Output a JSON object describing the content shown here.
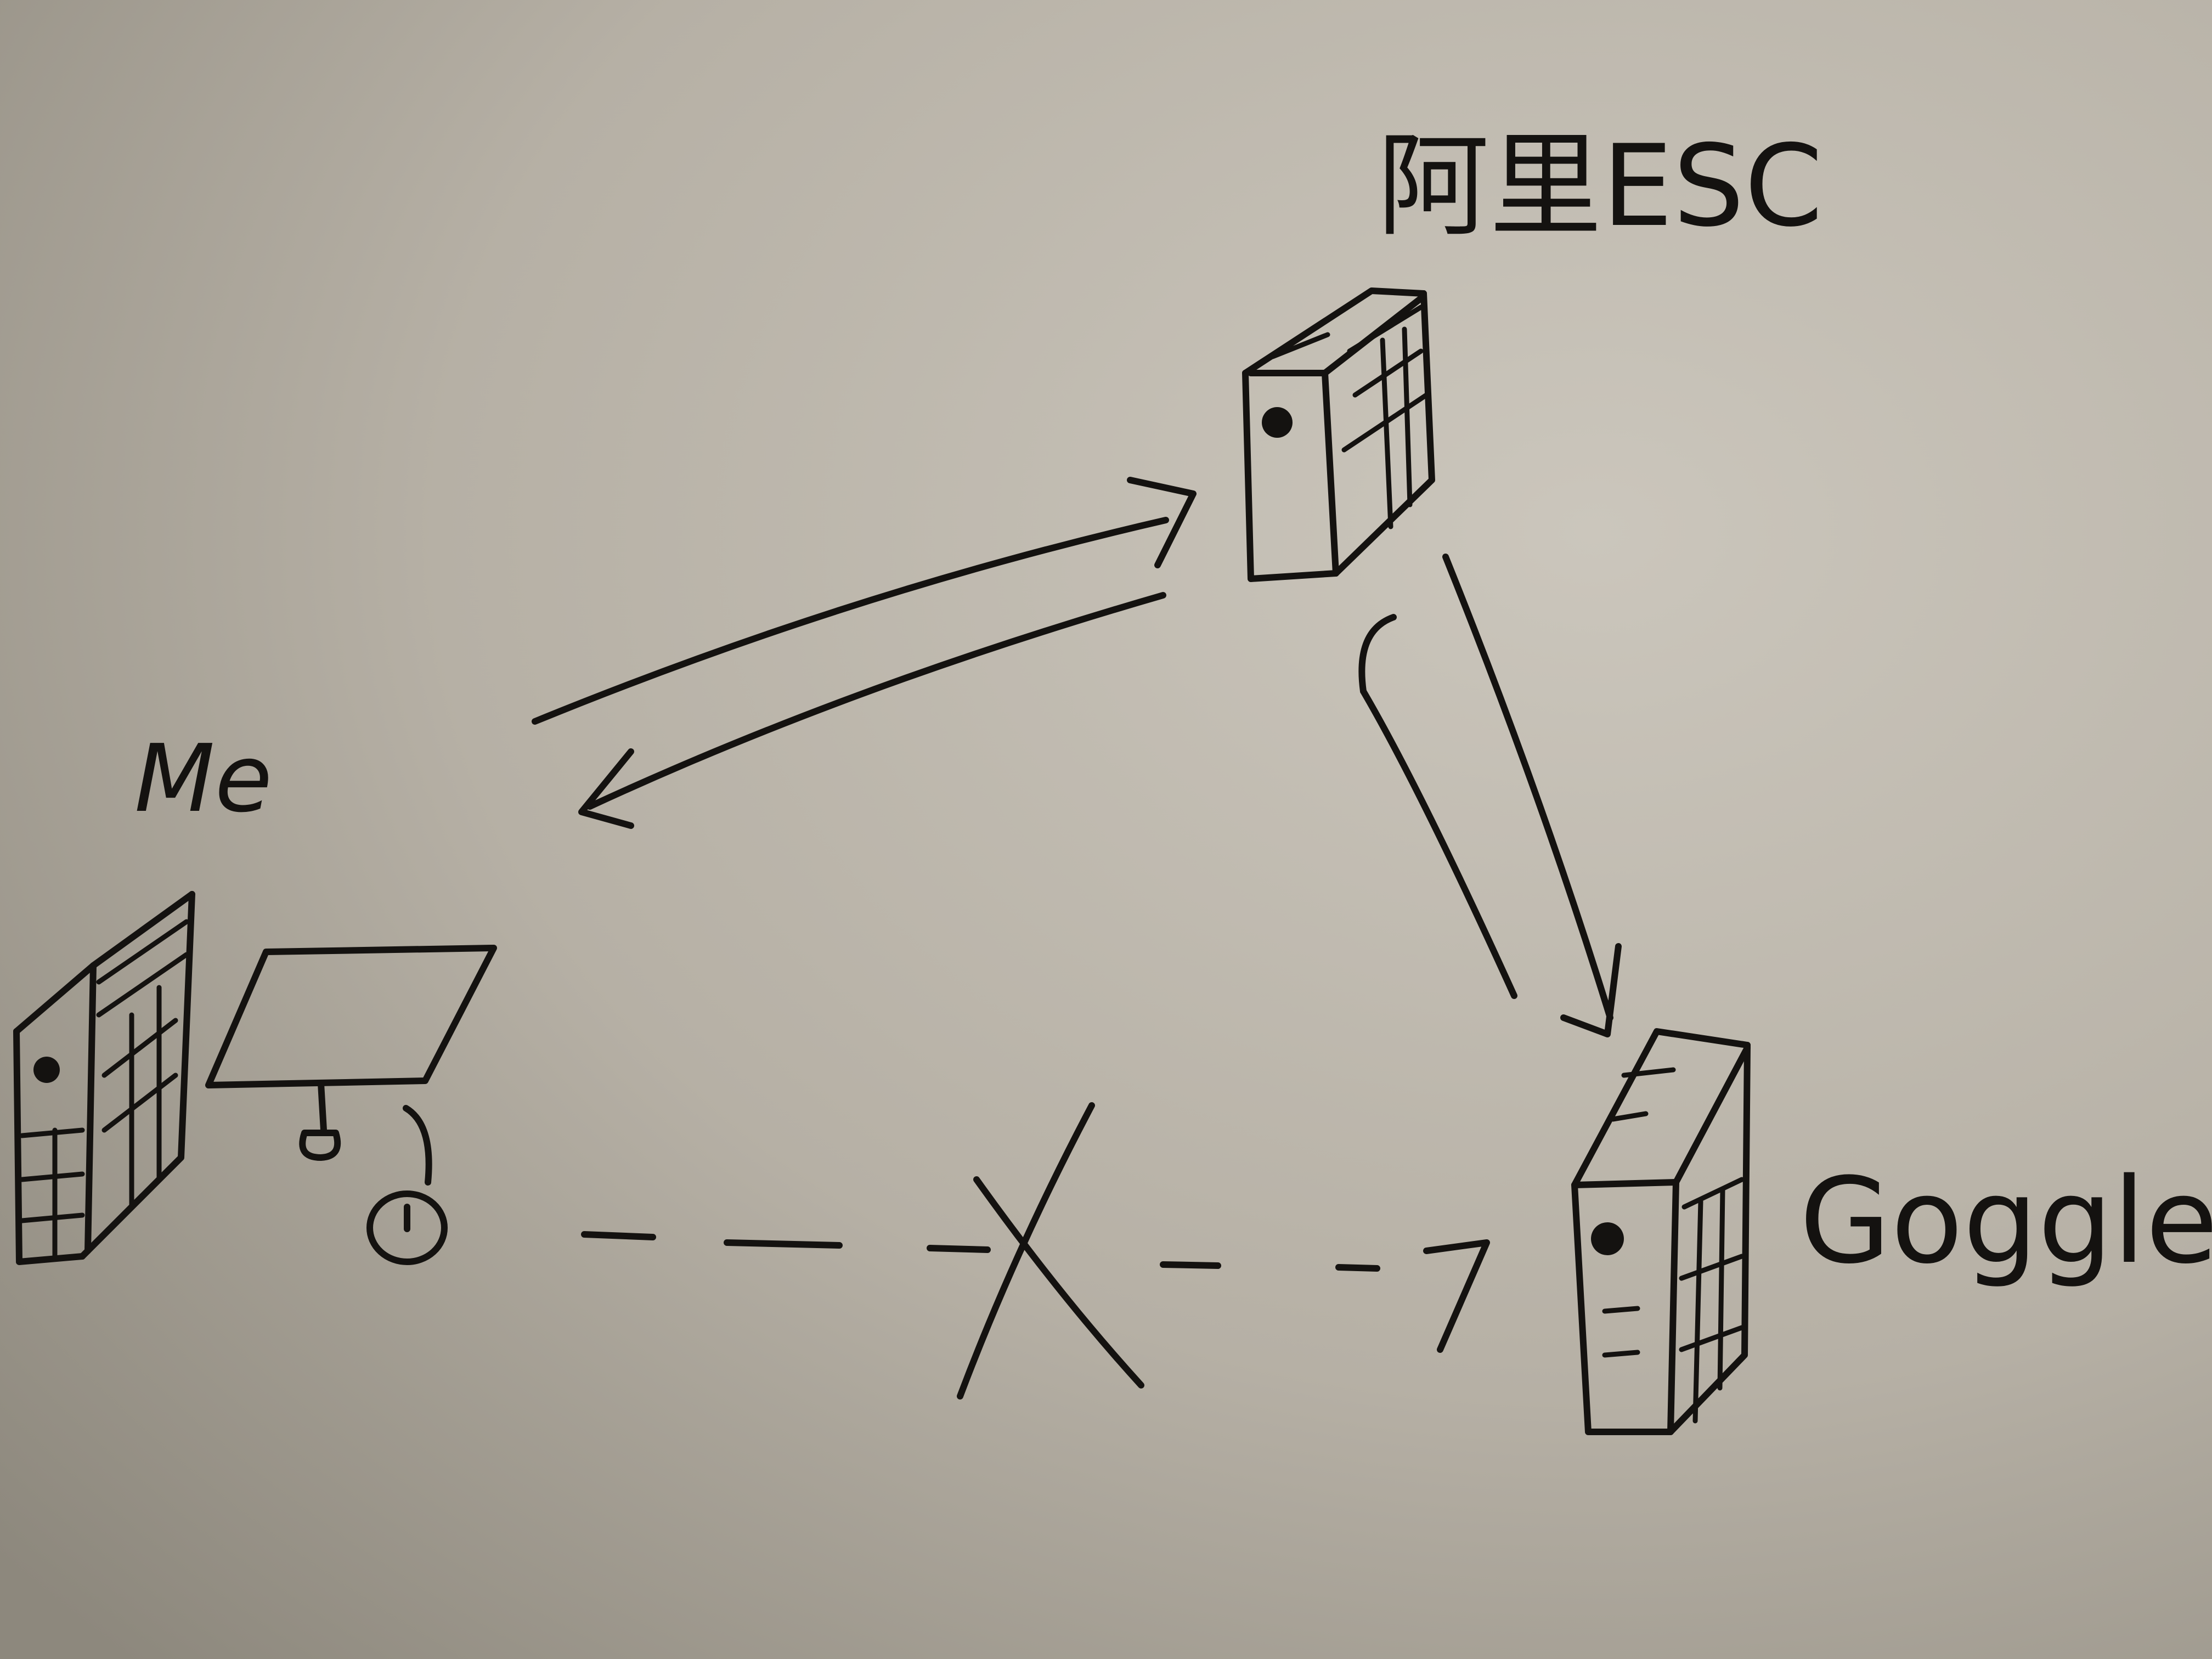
{
  "nodes": {
    "me": {
      "label": "Me"
    },
    "relay": {
      "label": "阿里ESC"
    },
    "target": {
      "label": "Goggle."
    }
  },
  "connections": [
    {
      "from": "me",
      "to": "relay",
      "style": "solid"
    },
    {
      "from": "relay",
      "to": "me",
      "style": "solid"
    },
    {
      "from": "relay",
      "to": "target",
      "style": "solid"
    },
    {
      "from": "target",
      "to": "relay",
      "style": "solid"
    },
    {
      "from": "me",
      "to": "target",
      "style": "dashed",
      "blocked": true
    }
  ],
  "colors": {
    "paper_light": "#cbc6bc",
    "paper_dark": "#8d887d",
    "ink": "#141210"
  }
}
